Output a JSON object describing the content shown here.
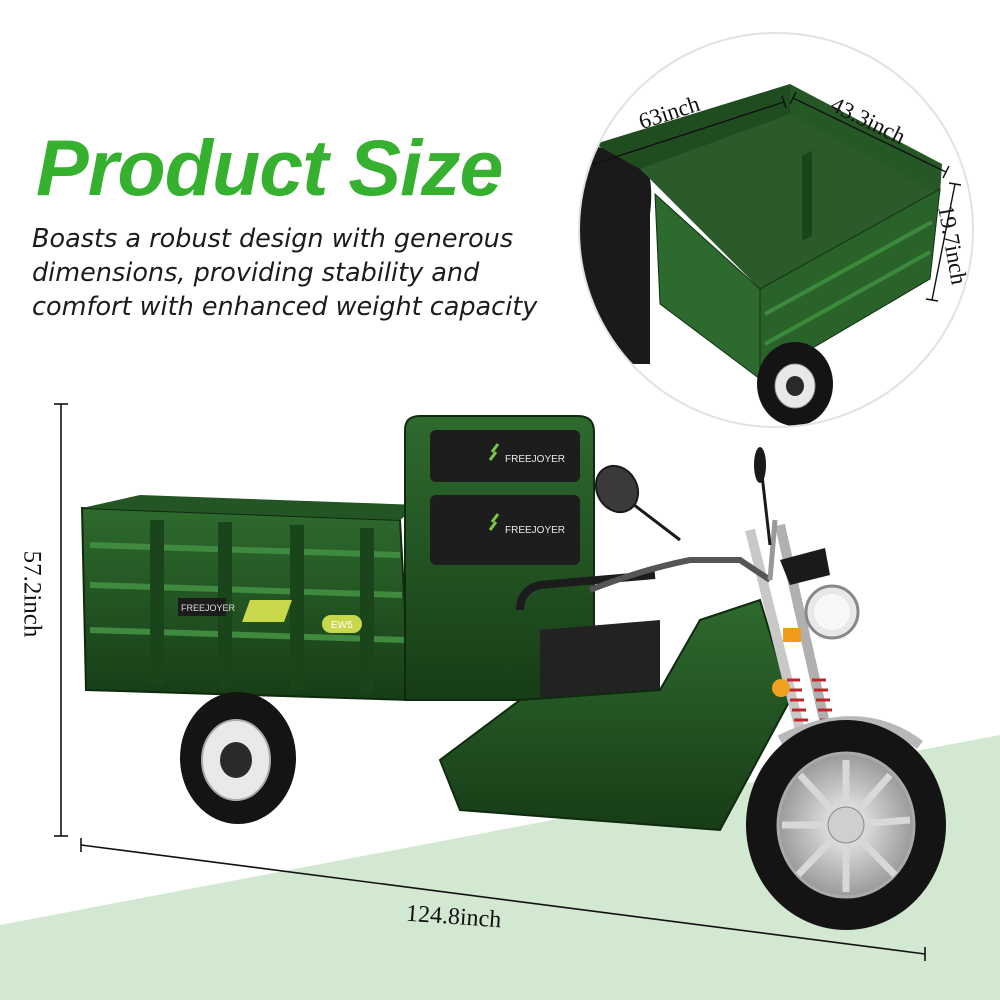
{
  "header": {
    "title": "Product Size",
    "description_lines": [
      "Boasts a robust design with generous",
      "dimensions, providing stability and",
      "comfort with enhanced weight capacity"
    ]
  },
  "dimensions": {
    "height": "57.2inch",
    "length": "124.8inch",
    "cargo_length": "63inch",
    "cargo_width": "43.3inch",
    "cargo_height": "19.7inch"
  },
  "vehicle": {
    "brand_text": "FREEJOYER",
    "model_badge": "EW5",
    "body_color": "#1f4d1f"
  },
  "colors": {
    "title_green": "#36b02f",
    "floor_green": "#d2e8d0",
    "text_dark": "#1c1c1c",
    "inset_border": "#e2e2e2"
  }
}
